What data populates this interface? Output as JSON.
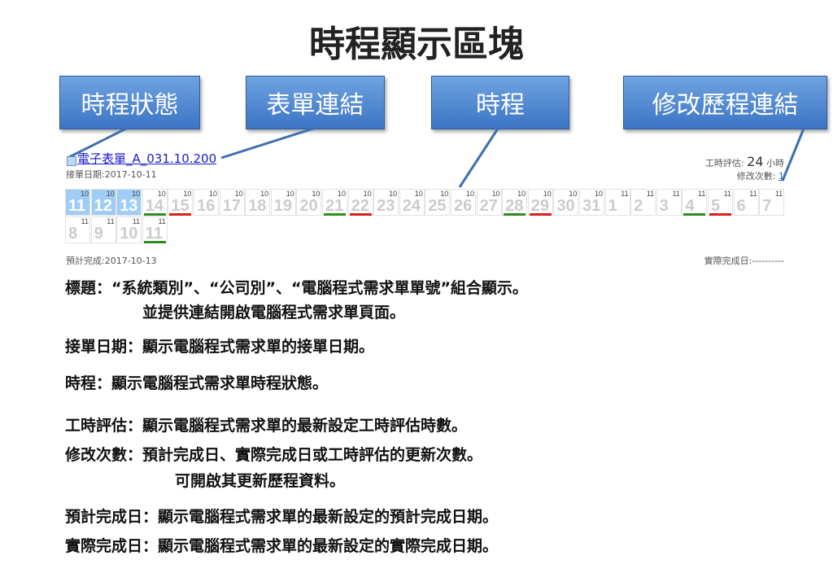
{
  "title": "時程顯示區塊",
  "callouts": [
    "時程狀態",
    "表單連結",
    "時程",
    "修改歷程連結"
  ],
  "form": {
    "link": "電子表單_A_031.10.200",
    "received_date": "接單日期:2017-10-11",
    "estimate_label": "工時評估:",
    "estimate_value": "24",
    "estimate_unit": "小時",
    "revisions_label": "修改次數:",
    "revisions_value": "1",
    "planned_completion": "預計完成:2017-10-13",
    "actual_completion": "實際完成日:----------"
  },
  "schedule": {
    "colors": {
      "highlight": "#9fcdf5",
      "green": "#2e8b1e",
      "red": "#d42020"
    },
    "days": [
      {
        "d": "11",
        "m": "10",
        "hl": true
      },
      {
        "d": "12",
        "m": "10",
        "hl": true
      },
      {
        "d": "13",
        "m": "10",
        "hl": true
      },
      {
        "d": "14",
        "m": "10",
        "bar": "green"
      },
      {
        "d": "15",
        "m": "10",
        "bar": "red"
      },
      {
        "d": "16",
        "m": "10"
      },
      {
        "d": "17",
        "m": "10"
      },
      {
        "d": "18",
        "m": "10"
      },
      {
        "d": "19",
        "m": "10"
      },
      {
        "d": "20",
        "m": "10"
      },
      {
        "d": "21",
        "m": "10",
        "bar": "green"
      },
      {
        "d": "22",
        "m": "10",
        "bar": "red"
      },
      {
        "d": "23",
        "m": "10"
      },
      {
        "d": "24",
        "m": "10"
      },
      {
        "d": "25",
        "m": "10"
      },
      {
        "d": "26",
        "m": "10"
      },
      {
        "d": "27",
        "m": "10"
      },
      {
        "d": "28",
        "m": "10",
        "bar": "green"
      },
      {
        "d": "29",
        "m": "10",
        "bar": "red"
      },
      {
        "d": "30",
        "m": "10"
      },
      {
        "d": "31",
        "m": "10"
      },
      {
        "d": "1",
        "m": "11"
      },
      {
        "d": "2",
        "m": "11"
      },
      {
        "d": "3",
        "m": "11"
      },
      {
        "d": "4",
        "m": "11",
        "bar": "green"
      },
      {
        "d": "5",
        "m": "11",
        "bar": "red"
      },
      {
        "d": "6",
        "m": "11"
      },
      {
        "d": "7",
        "m": "11"
      },
      {
        "d": "8",
        "m": "11"
      },
      {
        "d": "9",
        "m": "11"
      },
      {
        "d": "10",
        "m": "11"
      },
      {
        "d": "11",
        "m": "11",
        "bar": "green"
      }
    ]
  },
  "descriptions": [
    "標題：“系統類別”、“公司別”、“電腦程式需求單單號”組合顯示。",
    "並提供連結開啟電腦程式需求單頁面。",
    "接單日期：顯示電腦程式需求單的接單日期。",
    "時程：顯示電腦程式需求單時程狀態。",
    "工時評估：顯示電腦程式需求單的最新設定工時評估時數。",
    "修改次數：預計完成日、實際完成日或工時評估的更新次數。",
    "可開啟其更新歷程資料。",
    "預計完成日：顯示電腦程式需求單的最新設定的預計完成日期。",
    "實際完成日：顯示電腦程式需求單的最新設定的實際完成日期。"
  ]
}
